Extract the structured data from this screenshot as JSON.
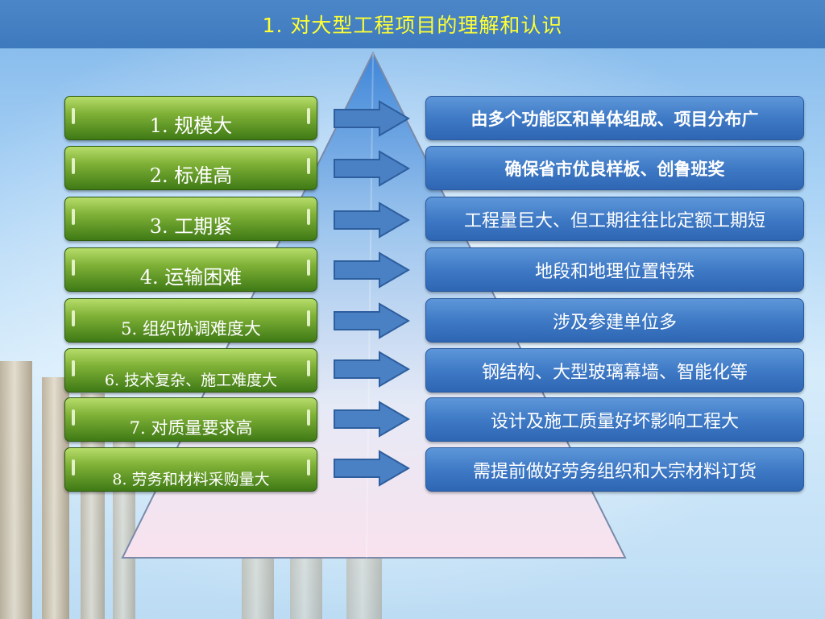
{
  "title": "1. 对大型工程项目的理解和认识",
  "colors": {
    "title_bar": "#3d79bd",
    "title_text": "#ffff33",
    "left_box": "#5a9224",
    "right_box": "#3f7ac6",
    "arrow": "#3e6fb0",
    "pyramid_top": "#4f8fdb",
    "pyramid_bottom": "#f6e3ef"
  },
  "left_items": [
    {
      "label": "1. 规模大"
    },
    {
      "label": "2. 标准高"
    },
    {
      "label": "3. 工期紧"
    },
    {
      "label": "4. 运输困难"
    },
    {
      "label": "5. 组织协调难度大"
    },
    {
      "label": "6. 技术复杂、施工难度大"
    },
    {
      "label": "7. 对质量要求高"
    },
    {
      "label": "8. 劳务和材料采购量大"
    }
  ],
  "right_items": [
    {
      "label": "由多个功能区和单体组成、项目分布广"
    },
    {
      "label": "确保省市优良样板、创鲁班奖"
    },
    {
      "label": "工程量巨大、但工期往往比定额工期短"
    },
    {
      "label": "地段和地理位置特殊"
    },
    {
      "label": "涉及参建单位多"
    },
    {
      "label": "钢结构、大型玻璃幕墙、智能化等"
    },
    {
      "label": "设计及施工质量好坏影响工程大"
    },
    {
      "label": "需提前做好劳务组织和大宗材料订货"
    }
  ],
  "arrow_icon": "right-arrow-icon"
}
